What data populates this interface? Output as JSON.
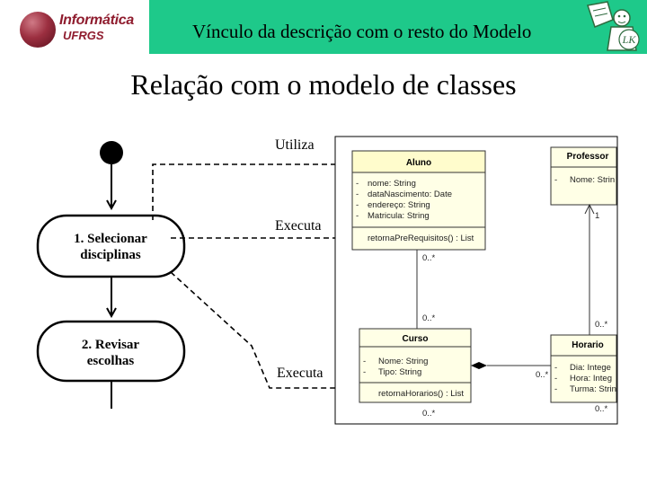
{
  "header": {
    "logo_line1": "Informática",
    "logo_line2": "UFRGS",
    "title": "Vínculo da descrição com o resto do Modelo",
    "mascot_letters": "LK"
  },
  "slide_title": "Relação com o modelo de classes",
  "activity": {
    "actions": [
      "1. Selecionar disciplinas",
      "2. Revisar escolhas"
    ],
    "links": [
      "Utiliza",
      "Executa",
      "Executa"
    ]
  },
  "classes": {
    "aluno": {
      "name": "Aluno",
      "attributes": [
        "nome: String",
        "dataNascimento: Date",
        "endereço: String",
        "Matricula: String"
      ],
      "operations": [
        "retornaPreRequisitos() : List"
      ]
    },
    "professor": {
      "name": "Professor",
      "attributes": [
        "Nome: Strin"
      ]
    },
    "curso": {
      "name": "Curso",
      "attributes": [
        "Nome: String",
        "Tipo: String"
      ],
      "operations": [
        "retornaHorarios() : List"
      ]
    },
    "horario": {
      "name": "Horario",
      "attributes": [
        "Dia: Intege",
        "Hora: Integ",
        "Turma: Strin"
      ]
    },
    "visibility_marker": "-"
  },
  "multiplicities": {
    "aluno_curso_top": "0..*",
    "aluno_curso_bottom": "0..*",
    "professor_top": "1",
    "professor_bottom": "0..*",
    "curso_horario": "0..*",
    "horario_bottom": "0..*",
    "curso_bottom": "0..*"
  }
}
